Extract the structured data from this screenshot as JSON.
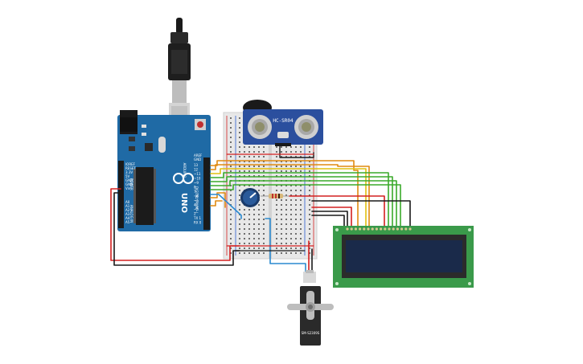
{
  "arduino": {
    "board_label": "UNO",
    "brand_label": "ARDUINO",
    "digital_label": "DIGITAL (PWM~)",
    "analog_label": "ANALOG IN",
    "power_label": "POWER",
    "aref_label": "AREF",
    "gnd_label": "GND",
    "pin_labels": [
      "13",
      "12",
      "~11",
      "~10",
      "~9",
      "8",
      "7",
      "~6",
      "~5",
      "4",
      "~3",
      "2",
      "TX 1",
      "RX 0"
    ],
    "analog_pins": [
      "A0",
      "A1",
      "A2",
      "A3",
      "A4",
      "A5"
    ],
    "power_pins": [
      "IOREF",
      "RESET",
      "3.3V",
      "5V",
      "GND",
      "GND",
      "Vin"
    ]
  },
  "sensor": {
    "label": "HC-SR04"
  },
  "servo": {
    "label": "SM-S2309S"
  },
  "colors": {
    "arduino": "#1f6aa5",
    "breadboard": "#e8e8e8",
    "sensor": "#2b4f9e",
    "lcd_board": "#3a9a4a",
    "lcd_screen": "#1a2a4a",
    "wire_red": "#d42020",
    "wire_black": "#1a1a1a",
    "wire_orange": "#e08a10",
    "wire_yellow": "#e0c010",
    "wire_green": "#3aaa2a",
    "wire_blue": "#2a8ad0"
  }
}
